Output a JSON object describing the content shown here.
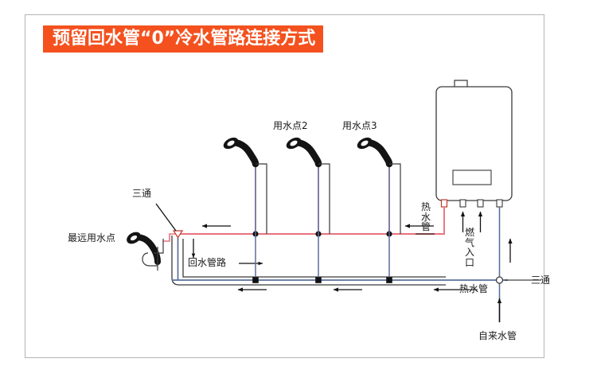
{
  "title": {
    "text": "预留回水管“0”冷水管路连接方式",
    "bg_color": "#f4511e",
    "text_color": "#ffffff"
  },
  "colors": {
    "hot_water_pipe": "#e8737f",
    "cold_water_pipe": "#5b6f9e",
    "return_pipe": "#4a4a4a",
    "outline": "#3a3a3a",
    "junction": "#111111",
    "arrow": "#111111",
    "frame": "#b4b4b4"
  },
  "labels": {
    "tee_left": "三通",
    "tee_right": "三通",
    "farthest_point": "最远用水点",
    "water_point_2": "用水点2",
    "water_point_3": "用水点3",
    "return_pipe_route": "回水管路",
    "hot_water_pipe_heater": "热水管",
    "hot_water_pipe_bottom": "热水管",
    "gas_inlet": "燃气入口",
    "tap_water_pipe": "自来水管"
  },
  "components": {
    "water_heater": "燃气热水器",
    "showers": [
      "最远用水点",
      "用水点2",
      "用水点3"
    ],
    "ports": [
      "热水出口",
      "燃气入口",
      "燃气入口",
      "冷水入口"
    ]
  },
  "flow_arrows": {
    "hot_line_direction": "left",
    "return_line_direction": "right",
    "cold_line_direction": "left",
    "supply_direction": "up"
  }
}
